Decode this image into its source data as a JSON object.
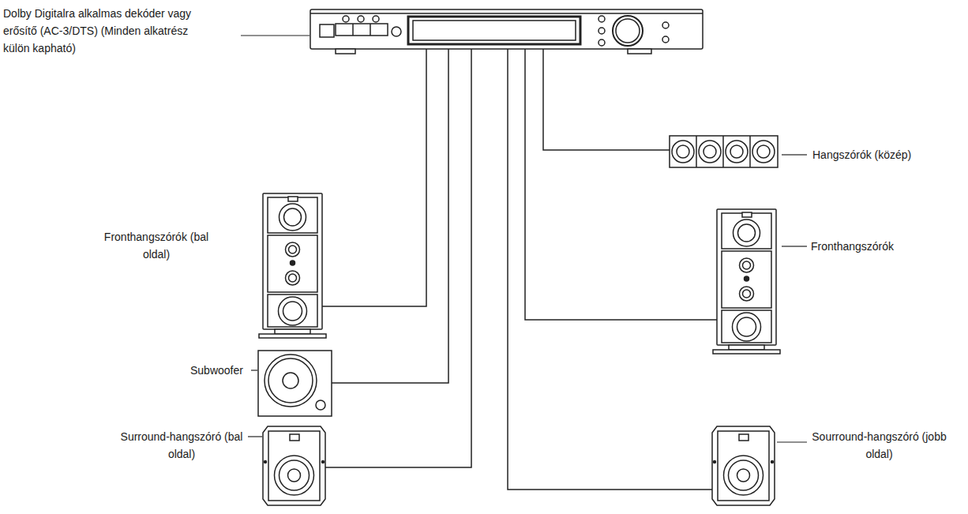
{
  "diagram": {
    "nodes": [
      {
        "text": [
          "Dolby Digitalra alkalmas dekóder vagy erősítő (AC-3/DTS) (Minden alkatrész külön kapható)"
        ]
      },
      {
        "text": [
          "Fronthangszórók (bal oldal)"
        ]
      },
      {
        "text": [
          "Subwoofer"
        ]
      },
      {
        "text": [
          "Surround-hangszóró (bal oldal)"
        ]
      },
      {
        "text": [
          "Hangszórók (közép)"
        ]
      },
      {
        "text": [
          "Fronthangszórók"
        ]
      },
      {
        "text": [
          "Sourround-hangszóró (jobb oldal)"
        ]
      }
    ],
    "edges": [
      {
        "from": 0,
        "to": 1,
        "arrow": "none"
      },
      {
        "from": 0,
        "to": 2,
        "arrow": "none"
      },
      {
        "from": 0,
        "to": 3,
        "arrow": "none"
      },
      {
        "from": 0,
        "to": 4,
        "arrow": "none"
      },
      {
        "from": 0,
        "to": 5,
        "arrow": "none"
      },
      {
        "from": 0,
        "to": 6,
        "arrow": "none"
      }
    ]
  }
}
